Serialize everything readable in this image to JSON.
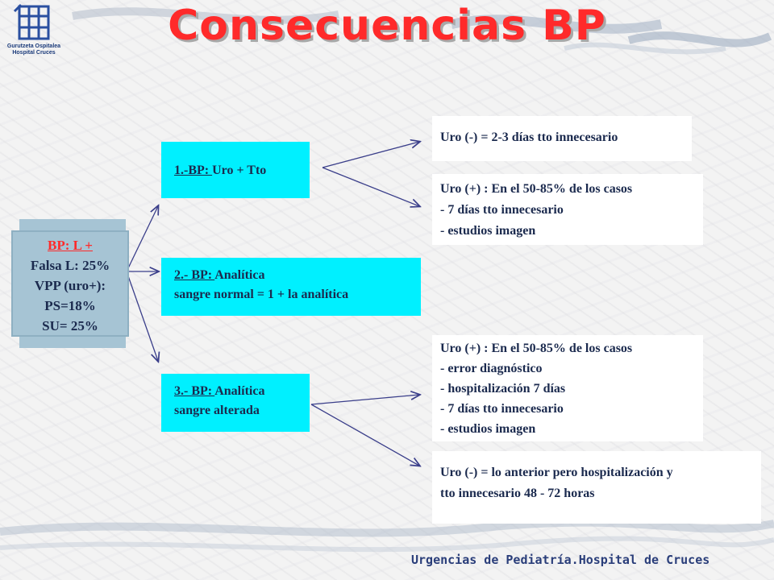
{
  "title": "Consecuencias BP",
  "logo": {
    "line1": "Gurutzeta Ospitalea",
    "line2": "Hospital Cruces"
  },
  "bp_box": {
    "title": "BP: L +",
    "lines": [
      "Falsa L: 25%",
      "VPP (uro+):",
      "PS=18%",
      "SU= 25%"
    ]
  },
  "branch1": {
    "label_u": "1.-BP: ",
    "label_rest": "Uro + Tto"
  },
  "branch2": {
    "label_u": "2.- BP: ",
    "label_rest": "Analítica",
    "line2": "sangre normal = 1 + la analítica"
  },
  "branch3": {
    "label_u": "3.- BP: ",
    "label_rest": "Analítica",
    "line2": "sangre alterada"
  },
  "outcome1a": {
    "text": "Uro (-) = 2-3 días tto innecesario"
  },
  "outcome1b": {
    "lines": [
      "Uro (+) : En el 50-85% de los casos",
      "- 7 días tto innecesario",
      "- estudios imagen"
    ]
  },
  "outcome3a": {
    "lines": [
      "Uro (+) : En el 50-85% de los casos",
      "- error diagnóstico",
      "- hospitalización 7 días",
      "- 7 días tto innecesario",
      "- estudios imagen"
    ]
  },
  "outcome3b": {
    "lines": [
      "Uro (-) = lo anterior pero hospitalización y",
      "tto innecesario 48 - 72 horas"
    ]
  },
  "footer": "Urgencias de Pediatría.Hospital de Cruces",
  "colors": {
    "title": "#ff2a2a",
    "cyan_box": "#00f0ff",
    "bp_box": "#a6c4d4",
    "text": "#1b2a4e"
  }
}
